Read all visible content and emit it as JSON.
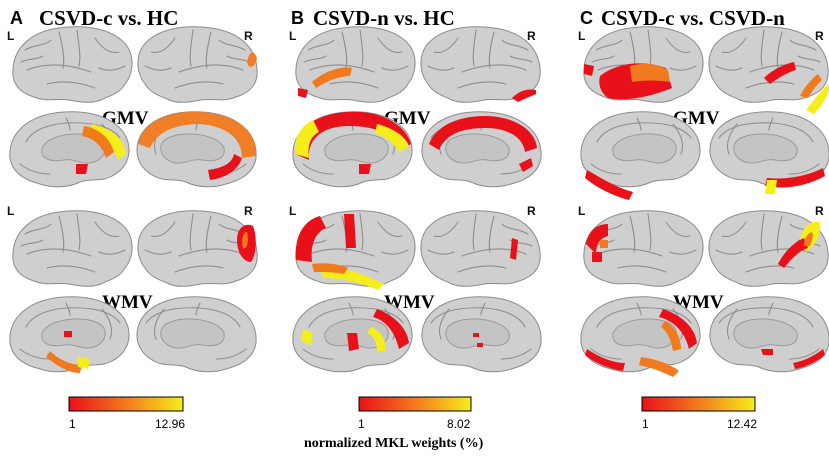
{
  "colors": {
    "low": "#e8111a",
    "mid": "#f27a1e",
    "high": "#f5ee1b",
    "brain": "#cfcfcf",
    "background": "#ffffff"
  },
  "hemisphere_labels": {
    "left": "L",
    "right": "R"
  },
  "panels": [
    {
      "letter": "A",
      "title": "CSVD-c vs. HC",
      "metrics": [
        "GMV",
        "WMV"
      ],
      "colorbar": {
        "min": "1",
        "max": "12.96"
      }
    },
    {
      "letter": "B",
      "title": "CSVD-n vs. HC",
      "metrics": [
        "GMV",
        "WMV"
      ],
      "colorbar": {
        "min": "1",
        "max": "8.02"
      }
    },
    {
      "letter": "C",
      "title": "CSVD-c vs. CSVD-n",
      "metrics": [
        "GMV",
        "WMV"
      ],
      "colorbar": {
        "min": "1",
        "max": "12.42"
      }
    }
  ],
  "colorbar_label": "normalized MKL weights (%)"
}
